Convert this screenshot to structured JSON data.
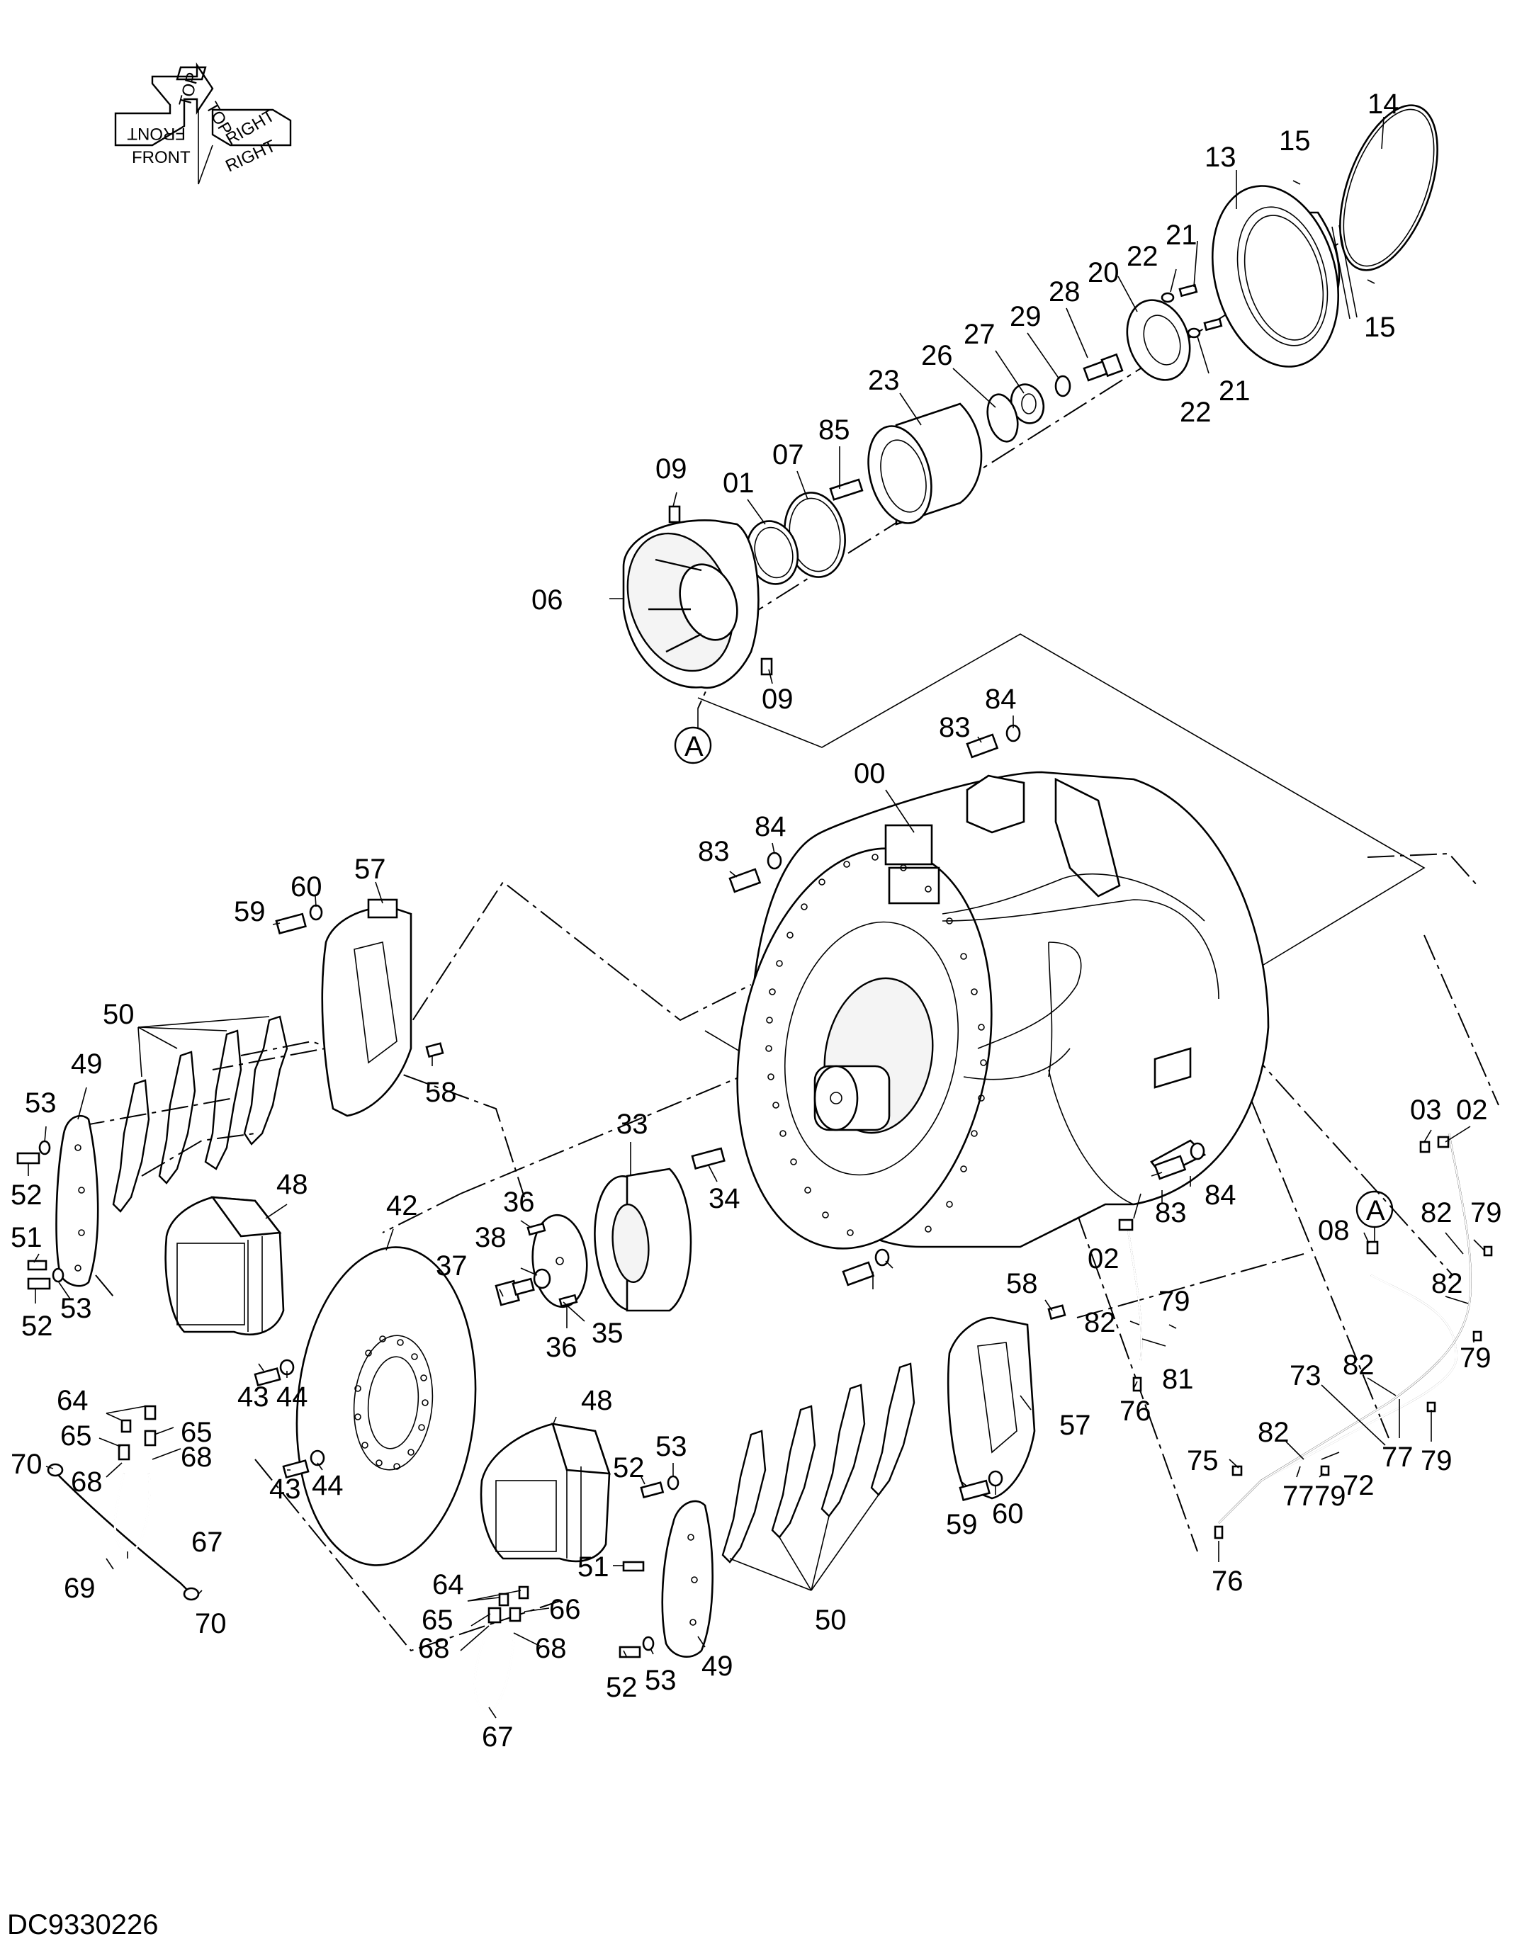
{
  "document_id": "DC9330226",
  "orientation": {
    "icon": "orientation-arrows-icon",
    "labels": [
      "TOP",
      "TOP",
      "FRONT",
      "FRONT",
      "RIGHT",
      "RIGHT"
    ]
  },
  "detail_marker": "A",
  "callouts": [
    {
      "id": "c14",
      "text": "14"
    },
    {
      "id": "c13",
      "text": "13"
    },
    {
      "id": "c15a",
      "text": "15"
    },
    {
      "id": "c15b",
      "text": "15"
    },
    {
      "id": "c21a",
      "text": "21"
    },
    {
      "id": "c22a",
      "text": "22"
    },
    {
      "id": "c21b",
      "text": "21"
    },
    {
      "id": "c22b",
      "text": "22"
    },
    {
      "id": "c20",
      "text": "20"
    },
    {
      "id": "c28",
      "text": "28"
    },
    {
      "id": "c29",
      "text": "29"
    },
    {
      "id": "c27",
      "text": "27"
    },
    {
      "id": "c26",
      "text": "26"
    },
    {
      "id": "c23",
      "text": "23"
    },
    {
      "id": "c85",
      "text": "85"
    },
    {
      "id": "c07",
      "text": "07"
    },
    {
      "id": "c01",
      "text": "01"
    },
    {
      "id": "c09a",
      "text": "09"
    },
    {
      "id": "c06",
      "text": "06"
    },
    {
      "id": "c09b",
      "text": "09"
    },
    {
      "id": "c84a",
      "text": "84"
    },
    {
      "id": "c83a",
      "text": "83"
    },
    {
      "id": "c00",
      "text": "00"
    },
    {
      "id": "c84b",
      "text": "84"
    },
    {
      "id": "c83b",
      "text": "83"
    },
    {
      "id": "c57a",
      "text": "57"
    },
    {
      "id": "c60a",
      "text": "60"
    },
    {
      "id": "c59a",
      "text": "59"
    },
    {
      "id": "c50a",
      "text": "50"
    },
    {
      "id": "c49a",
      "text": "49"
    },
    {
      "id": "c58a",
      "text": "58"
    },
    {
      "id": "c53a",
      "text": "53"
    },
    {
      "id": "c52a",
      "text": "52"
    },
    {
      "id": "c51a",
      "text": "51"
    },
    {
      "id": "c52b",
      "text": "52"
    },
    {
      "id": "c53b",
      "text": "53"
    },
    {
      "id": "c48a",
      "text": "48"
    },
    {
      "id": "c42",
      "text": "42"
    },
    {
      "id": "c33",
      "text": "33"
    },
    {
      "id": "c34",
      "text": "34"
    },
    {
      "id": "c36a",
      "text": "36"
    },
    {
      "id": "c38",
      "text": "38"
    },
    {
      "id": "c37",
      "text": "37"
    },
    {
      "id": "c36b",
      "text": "36"
    },
    {
      "id": "c35",
      "text": "35"
    },
    {
      "id": "c83c",
      "text": "83"
    },
    {
      "id": "c84c",
      "text": "84"
    },
    {
      "id": "c03",
      "text": "03"
    },
    {
      "id": "c02a",
      "text": "02"
    },
    {
      "id": "c08",
      "text": "08"
    },
    {
      "id": "c82a",
      "text": "82"
    },
    {
      "id": "c79a",
      "text": "79"
    },
    {
      "id": "c82b",
      "text": "82"
    },
    {
      "id": "c79b",
      "text": "79"
    },
    {
      "id": "c83d",
      "text": "83"
    },
    {
      "id": "c84d",
      "text": "84"
    },
    {
      "id": "c02b",
      "text": "02"
    },
    {
      "id": "c58b",
      "text": "58"
    },
    {
      "id": "c82c",
      "text": "82"
    },
    {
      "id": "c79c",
      "text": "79"
    },
    {
      "id": "c81",
      "text": "81"
    },
    {
      "id": "c76a",
      "text": "76"
    },
    {
      "id": "c73",
      "text": "73"
    },
    {
      "id": "c82d",
      "text": "82"
    },
    {
      "id": "c77a",
      "text": "77"
    },
    {
      "id": "c79d",
      "text": "79"
    },
    {
      "id": "c82e",
      "text": "82"
    },
    {
      "id": "c72",
      "text": "72"
    },
    {
      "id": "c75",
      "text": "75"
    },
    {
      "id": "c77b",
      "text": "77"
    },
    {
      "id": "c79e",
      "text": "79"
    },
    {
      "id": "c76b",
      "text": "76"
    },
    {
      "id": "c64a",
      "text": "64"
    },
    {
      "id": "c65a",
      "text": "65"
    },
    {
      "id": "c65b",
      "text": "65"
    },
    {
      "id": "c68a",
      "text": "68"
    },
    {
      "id": "c70a",
      "text": "70"
    },
    {
      "id": "c68b",
      "text": "68"
    },
    {
      "id": "c67a",
      "text": "67"
    },
    {
      "id": "c69",
      "text": "69"
    },
    {
      "id": "c70b",
      "text": "70"
    },
    {
      "id": "c43a",
      "text": "43"
    },
    {
      "id": "c44a",
      "text": "44"
    },
    {
      "id": "c43b",
      "text": "43"
    },
    {
      "id": "c44b",
      "text": "44"
    },
    {
      "id": "c48b",
      "text": "48"
    },
    {
      "id": "c57b",
      "text": "57"
    },
    {
      "id": "c52c",
      "text": "52"
    },
    {
      "id": "c53c",
      "text": "53"
    },
    {
      "id": "c59b",
      "text": "59"
    },
    {
      "id": "c60b",
      "text": "60"
    },
    {
      "id": "c64b",
      "text": "64"
    },
    {
      "id": "c65c",
      "text": "65"
    },
    {
      "id": "c66",
      "text": "66"
    },
    {
      "id": "c68c",
      "text": "68"
    },
    {
      "id": "c68d",
      "text": "68"
    },
    {
      "id": "c51b",
      "text": "51"
    },
    {
      "id": "c50b",
      "text": "50"
    },
    {
      "id": "c49b",
      "text": "49"
    },
    {
      "id": "c52d",
      "text": "52"
    },
    {
      "id": "c53d",
      "text": "53"
    },
    {
      "id": "c67b",
      "text": "67"
    }
  ]
}
